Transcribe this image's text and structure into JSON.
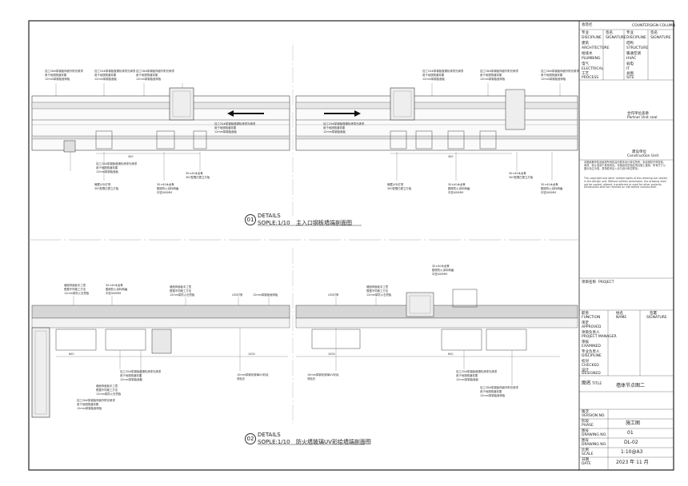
{
  "details": [
    {
      "number": "01",
      "label": "DETAILS",
      "scale": "SOPLE:1/10",
      "title": "主入口钢板墙端剖面图"
    },
    {
      "number": "02",
      "label": "DETAILS",
      "scale": "SOPLE:1/10",
      "title": "防火墙玻璃UV彩绘墙端剖面图"
    }
  ],
  "annotations": {
    "top_left": [
      "加工28#厚钢板饰面外附光烤漆",
      "用于地铁隧道效果",
      "12mm厚钢板面饰板"
    ],
    "top_mid": [
      "加工20#厚钢板做锡化烤漆光烤漆",
      "用于地铁隧道效果",
      "12mm厚钢板面板"
    ],
    "top_side": [
      "加工28#厚钢板饰面外附光烤漆",
      "用于地铁隧道效果",
      "12mm厚钢板面饰板"
    ],
    "bottom_a": [
      "30×40木龙骨",
      "膨胀防火涂料两遍",
      "中密400MM"
    ],
    "bottom_b": [
      "暗藏LED灯带",
      "30×40木龙骨",
      "300型雪白更立方板"
    ],
    "mid_left": [
      "墙面饰面板手工凿",
      "根据不同施工方法",
      "12mm厚防火石膏板"
    ],
    "led": [
      "LED灯条"
    ],
    "glass": [
      "10mm厚钢化玻璃UV彩绘",
      "背贴光"
    ],
    "pipe": [
      "12mm厚钢板面饰板"
    ]
  },
  "title_block": {
    "header_cn": "会签栏",
    "header_en": "COUNTERSIGN COLUMN",
    "sign_rows": [
      [
        "专业",
        "签名",
        "专业",
        "签名"
      ],
      [
        "DISCIPLINE",
        "SIGNATURE",
        "DISCIPLINE",
        "SIGNATURE"
      ],
      [
        "建筑",
        "",
        "结构",
        ""
      ],
      [
        "ARCHITECTURE",
        "",
        "STRUCTURE",
        ""
      ],
      [
        "给排水",
        "",
        "暖通空调",
        ""
      ],
      [
        "PLUMBING",
        "",
        "HVAC",
        ""
      ],
      [
        "电气",
        "",
        "弱电",
        ""
      ],
      [
        "ELECTRICAL",
        "",
        "IT",
        ""
      ],
      [
        "工艺",
        "",
        "总图",
        ""
      ],
      [
        "PROCESS",
        "",
        "SITE",
        ""
      ]
    ],
    "partner_cn": "合作单位盖章",
    "partner_en": "Partner Unit seal",
    "construction_cn": "建设单位",
    "construction_en": "Construction Unit",
    "copyright_cn": "本图纸著作权及版权所有权益均属本设计单位所有，未经授权不得复制、修改、转让或用于其他项目。本图纸仅供指定项目施工使用，所有尺寸以图示标注为准，现场若有出入请与设计单位联系。",
    "copyright_en": "The copyright and other related rights of this drawing are vested in the design unit. Without written permission, the drawing shall not be copied, altered, transferred or used for other projects. Dimensions shall be checked on site before construction.",
    "project_cn": "项目名称",
    "project_en": "PROJECT",
    "role_rows": [
      [
        "职责",
        "姓名",
        "签署"
      ],
      [
        "FUNCTION",
        "NAME",
        "SIGNATURE"
      ],
      [
        "审定",
        "",
        ""
      ],
      [
        "APPROVED",
        "",
        ""
      ],
      [
        "项目负责人",
        "",
        ""
      ],
      [
        "PROJECT MANAGER",
        "",
        ""
      ],
      [
        "审核",
        "",
        ""
      ],
      [
        "EXAMINED",
        "",
        ""
      ],
      [
        "专业负责人",
        "",
        ""
      ],
      [
        "DISCIPLINE",
        "",
        ""
      ],
      [
        "校对",
        "",
        ""
      ],
      [
        "CHECKED",
        "",
        ""
      ],
      [
        "设计",
        "",
        ""
      ],
      [
        "DESIGNED",
        "",
        ""
      ]
    ],
    "drawing_title_cn": "图名",
    "drawing_title_en": "TITLE",
    "drawing_title_value": "墙体节点图二",
    "info_rows": [
      {
        "label_cn": "版次",
        "label_en": "VERSION NO.",
        "value": ""
      },
      {
        "label_cn": "阶段",
        "label_en": "PHASE",
        "value": "施工图"
      },
      {
        "label_cn": "图号",
        "label_en": "DRAWING NO.",
        "value": "01"
      },
      {
        "label_cn": "图号",
        "label_en": "DRAWING NO.",
        "value": "DL-02"
      },
      {
        "label_cn": "比例",
        "label_en": "SCALE",
        "value": "1:10@A3"
      },
      {
        "label_cn": "日期",
        "label_en": "DATE",
        "value": "2023 年 11 月"
      }
    ]
  }
}
